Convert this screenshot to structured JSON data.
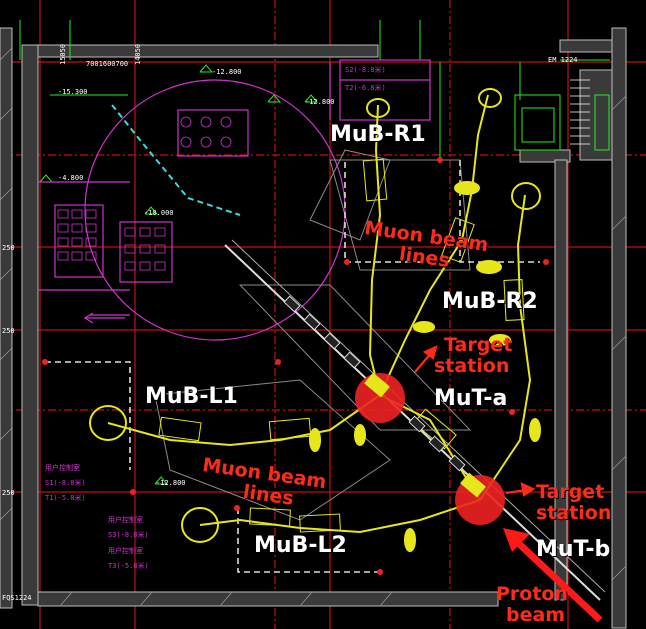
{
  "colors": {
    "background": "#000000",
    "grid_red": "#cc1111",
    "wall": "#bdbdbd",
    "cad_green": "#22ee22",
    "cad_magenta": "#cc33cc",
    "beam_yellow": "#e6e61a",
    "target_red": "#ee2222",
    "label_red": "#ff2a1a",
    "label_white": "#ffffff"
  },
  "labels": {
    "mub_r1": "MuB-R1",
    "mub_r2": "MuB-R2",
    "mub_l1": "MuB-L1",
    "mub_l2": "MuB-L2",
    "mut_a": "MuT-a",
    "mut_b": "MuT-b",
    "muon_beam_lines_upper": [
      "Muon beam",
      "lines"
    ],
    "muon_beam_lines_lower": [
      "Muon beam",
      "lines"
    ],
    "target_station_a": [
      "Target",
      "station"
    ],
    "target_station_b": [
      "Target",
      "station"
    ],
    "proton_beam": [
      "Proton",
      "beam"
    ]
  },
  "cad_text": {
    "dim_1": "7001600700",
    "dim_2": "15050",
    "dim_3": "14050",
    "level_1": "-15.300",
    "level_2": "-12.800",
    "level_3": "-12.800",
    "level_4": "-4.800",
    "level_5": "-10.000",
    "level_6": "-12.800",
    "room_1": "用户控制室",
    "room_2": "S1(-8.8米)",
    "room_3": "T1(-5.8米)",
    "room_4": "用户控制室",
    "room_5": "S3(-8.8米)",
    "room_6": "用户控制室",
    "room_7": "T3(-5.8米)",
    "room_8": "S2(-8.8米)",
    "room_9": "T2(-6.8米)",
    "em_tag": "EM 1224",
    "door_tag": "FQS1224",
    "side_1": "250",
    "side_2": "250",
    "side_3": "250"
  },
  "icons": [
    "proton-beam-arrow-icon",
    "target-station-a-arrow-icon",
    "target-station-b-arrow-icon",
    "stair-icon"
  ]
}
